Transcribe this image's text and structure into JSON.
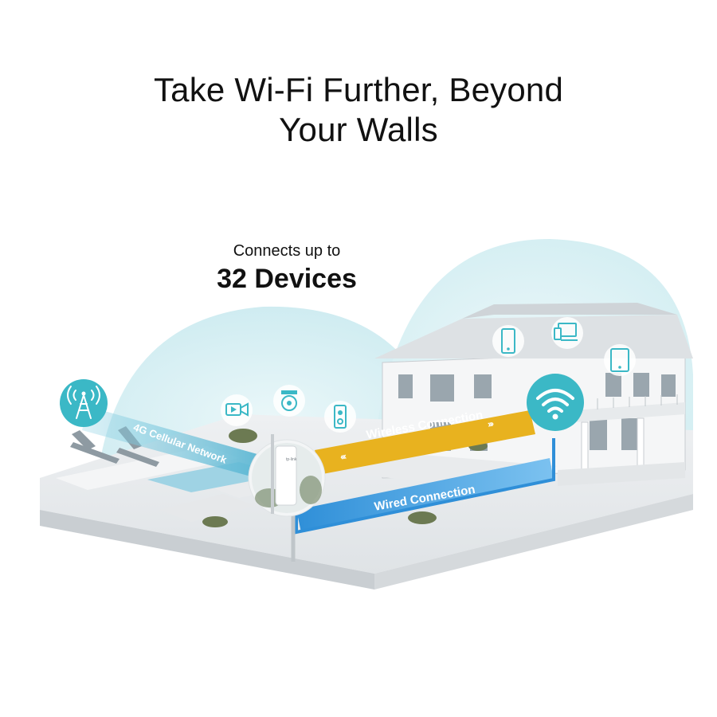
{
  "headline": {
    "line1": "Take Wi-Fi Further, Beyond",
    "line2": "Your Walls"
  },
  "callout": {
    "small": "Connects up to",
    "big": "32 Devices"
  },
  "labels": {
    "cellular": "4G Cellular Network",
    "wireless": "Wireless Connection",
    "wired": "Wired Connection",
    "arrows_left": "‹‹‹",
    "arrows_right": "›››"
  },
  "colors": {
    "accent_teal": "#3bb8c6",
    "wireless_band": "#e8b21f",
    "wired_band": "#2f8fd8",
    "dome": "#d4eef2"
  },
  "icons": [
    "cell-tower-icon",
    "camera-icon",
    "security-camera-icon",
    "doorbell-icon",
    "phone-icon",
    "laptop-icon",
    "tablet-icon",
    "wifi-icon"
  ]
}
